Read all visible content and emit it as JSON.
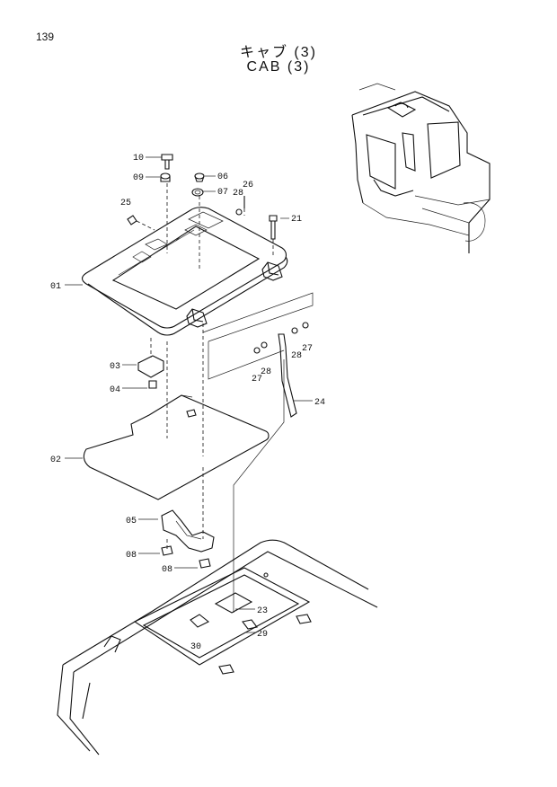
{
  "page": {
    "number": "139"
  },
  "title": {
    "jp": "キャブ (3)",
    "en": "CAB (3)"
  },
  "labels": {
    "p10": "10",
    "p09": "09",
    "p06": "06",
    "p07": "07",
    "p26": "26",
    "p28a": "28",
    "p25": "25",
    "p21": "21",
    "p01": "01",
    "p03": "03",
    "p04": "04",
    "p27a": "27",
    "p28b": "28",
    "p28c": "28",
    "p27b": "27",
    "p24": "24",
    "p02": "02",
    "p05": "05",
    "p08a": "08",
    "p08b": "08",
    "p23": "23",
    "p29": "29",
    "p30": "30"
  }
}
